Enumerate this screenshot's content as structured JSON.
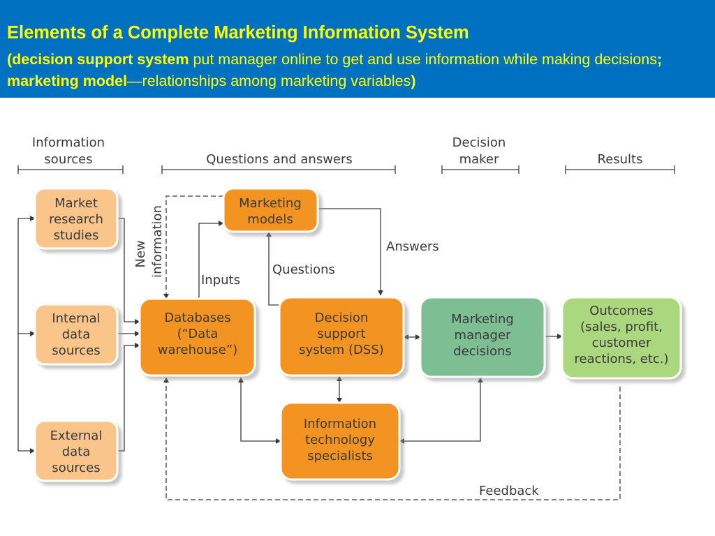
{
  "header": {
    "title": "Elements of a Complete Marketing Information System",
    "sub_open": "(",
    "sub_bold1": "decision support system",
    "sub_text1": " put manager online to get and use information while making decisions",
    "sub_bold2": "; marketing model",
    "sub_text2": "—relationships among marketing variables",
    "sub_close": ")"
  },
  "columns": {
    "info_sources": [
      "Information",
      "sources"
    ],
    "questions_answers": "Questions and answers",
    "decision_maker": [
      "Decision",
      "maker"
    ],
    "results": "Results"
  },
  "boxes": {
    "market_research": [
      "Market",
      "research",
      "studies"
    ],
    "internal_data": [
      "Internal",
      "data",
      "sources"
    ],
    "external_data": [
      "External",
      "data",
      "sources"
    ],
    "databases": [
      "Databases",
      "(“Data",
      "warehouse”)"
    ],
    "marketing_models": [
      "Marketing",
      "models"
    ],
    "dss": [
      "Decision",
      "support",
      "system (DSS)"
    ],
    "it_specialists": [
      "Information",
      "technology",
      "specialists"
    ],
    "manager_decisions": [
      "Marketing",
      "manager",
      "decisions"
    ],
    "outcomes": [
      "Outcomes",
      "(sales, profit,",
      "customer",
      "reactions, etc.)"
    ]
  },
  "labels": {
    "new_information": [
      "New",
      "information"
    ],
    "inputs": "Inputs",
    "questions": "Questions",
    "answers": "Answers",
    "feedback": "Feedback"
  },
  "colors": {
    "header_bg": "#0070C0",
    "header_text": "#FFFF00",
    "light_orange": "#F9C58A",
    "orange": "#F39423",
    "green": "#7DBF93",
    "light_green": "#ABD77F"
  }
}
